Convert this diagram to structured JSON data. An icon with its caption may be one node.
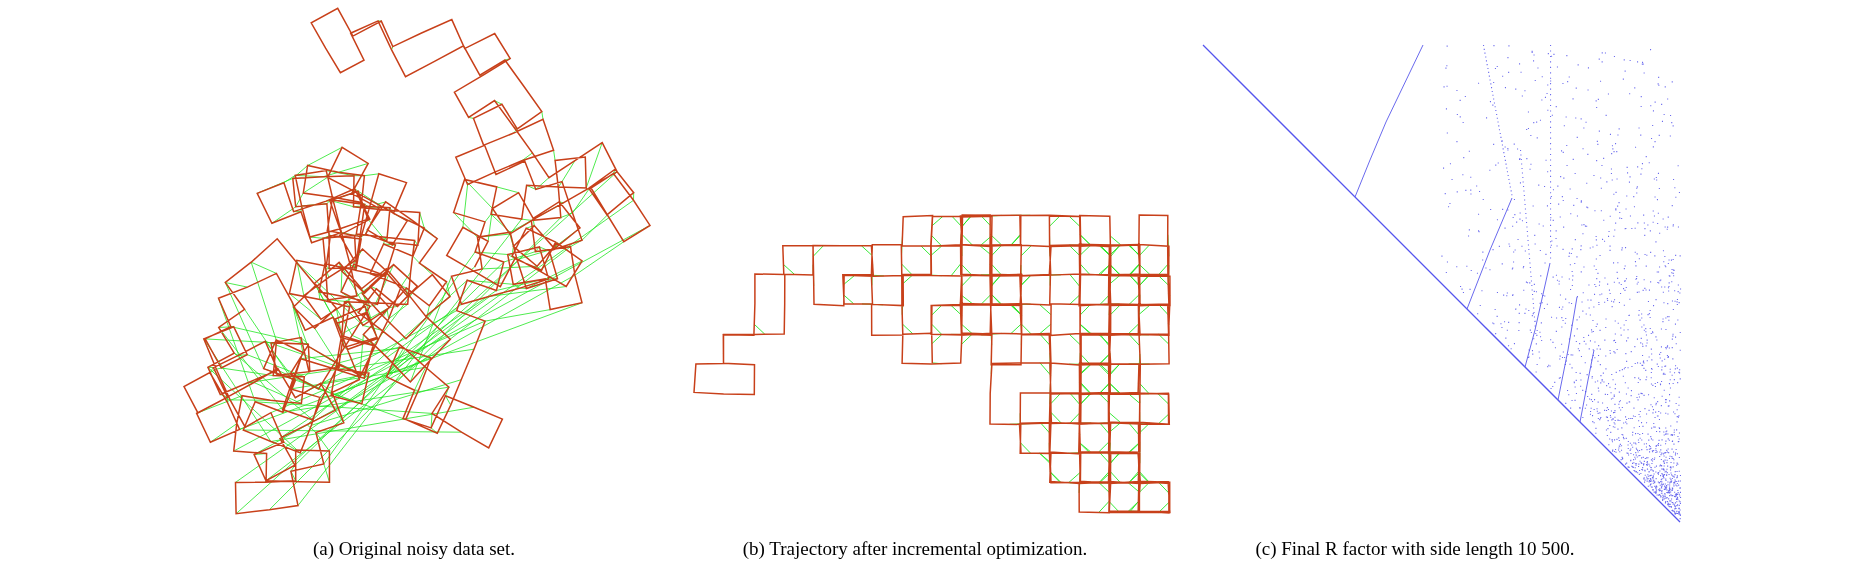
{
  "diagram": {
    "labels": [
      "(a) Original noisy data set.",
      "(b) Trajectory after incremental optimization.",
      "(c) Final R factor with side length 10 500."
    ]
  }
}
